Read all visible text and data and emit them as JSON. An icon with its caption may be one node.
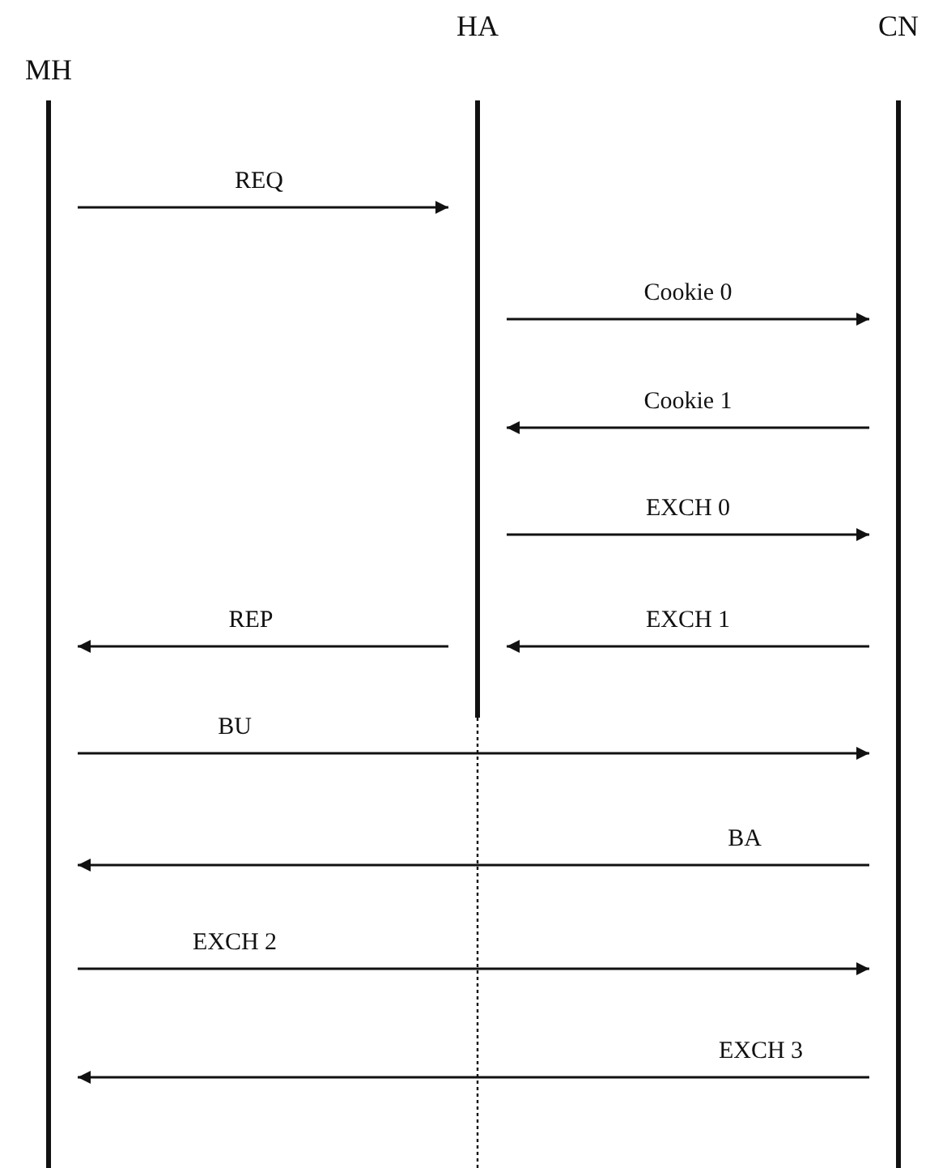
{
  "diagram": {
    "nodes": [
      {
        "text": [
          "MH"
        ]
      },
      {
        "text": [
          "HA"
        ]
      },
      {
        "text": [
          "CN"
        ]
      }
    ],
    "edges": [
      {
        "from": 0,
        "to": 1,
        "arrow": "to",
        "label": "REQ"
      },
      {
        "from": 1,
        "to": 2,
        "arrow": "to",
        "label": "Cookie 0"
      },
      {
        "from": 2,
        "to": 1,
        "arrow": "to",
        "label": "Cookie 1"
      },
      {
        "from": 1,
        "to": 2,
        "arrow": "to",
        "label": "EXCH 0"
      },
      {
        "from": 1,
        "to": 0,
        "arrow": "to",
        "label": "REP"
      },
      {
        "from": 2,
        "to": 1,
        "arrow": "to",
        "label": "EXCH 1"
      },
      {
        "from": 0,
        "to": 2,
        "arrow": "to",
        "label": "BU"
      },
      {
        "from": 2,
        "to": 0,
        "arrow": "to",
        "label": "BA"
      },
      {
        "from": 0,
        "to": 2,
        "arrow": "to",
        "label": "EXCH 2"
      },
      {
        "from": 2,
        "to": 0,
        "arrow": "to",
        "label": "EXCH 3"
      }
    ]
  }
}
